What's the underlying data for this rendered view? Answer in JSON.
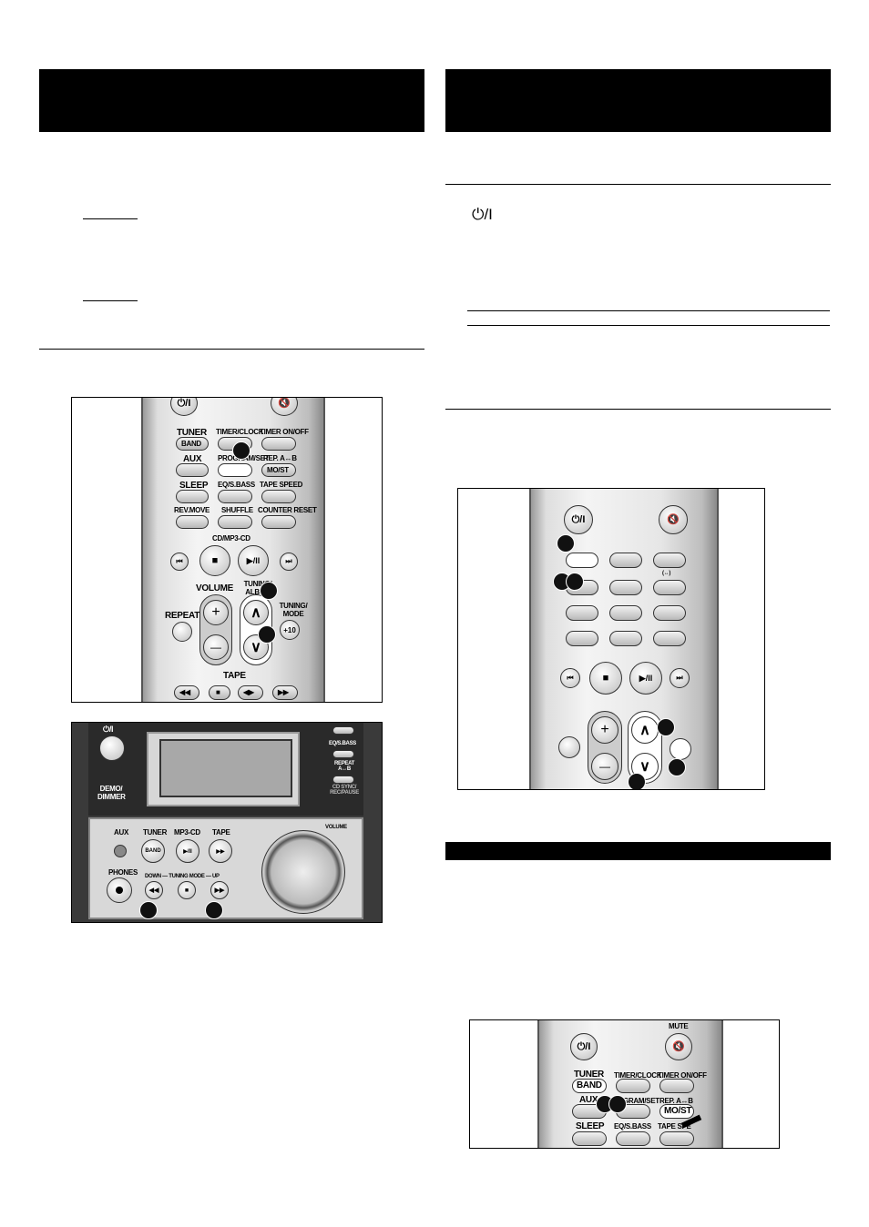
{
  "icons": {
    "power": "⏻/I",
    "mute": "🔇",
    "stop": "■",
    "play_pause": "▶/II",
    "skip_back": "⏮",
    "skip_fwd": "⏭",
    "rewind": "◀◀",
    "forward": "▶▶",
    "play_reverse": "◀▶",
    "plus": "+",
    "minus": "—",
    "up": "∧",
    "down": "∨",
    "repeat_ab_icon": "(↔)"
  },
  "remote1": {
    "power": "⏻/I",
    "tuner": "TUNER",
    "band": "BAND",
    "timer_clock": "TIMER/CLOCK",
    "timer_onoff": "TIMER ON/OFF",
    "aux": "AUX",
    "program_set": "PROGRAM/SET",
    "rep_ab": "REP. A↔B",
    "mo_st": "MO/ST",
    "sleep": "SLEEP",
    "eq_sbass": "EQ/S.BASS",
    "tape_speed": "TAPE SPEED",
    "rev_move": "REV.MOVE",
    "shuffle": "SHUFFLE",
    "counter_reset": "COUNTER RESET",
    "cd_mp3": "CD/MP3-CD",
    "volume": "VOLUME",
    "repeat": "REPEAT",
    "tuning_album": "TUNING/ ALBUM",
    "tuning_mode": "TUNING/ MODE",
    "plus10": "+10",
    "tape": "TAPE"
  },
  "unit": {
    "power": "⏻/I",
    "eq_sbass": "EQ/S.BASS",
    "repeat_ab": "REPEAT A↔B",
    "demo_dimmer": "DEMO/ DIMMER",
    "cd_sync": "CD SYNC/ REC/PAUSE",
    "aux": "AUX",
    "tuner": "TUNER",
    "band": "BAND",
    "mp3_cd": "MP3-CD",
    "tape": "TAPE",
    "volume": "VOLUME",
    "phones": "PHONES",
    "tuning_mode_line": "DOWN — TUNING MODE — UP"
  },
  "remote3": {
    "mute": "MUTE",
    "tuner": "TUNER",
    "band": "BAND",
    "timer_clock": "TIMER/CLOCK",
    "timer_onoff": "TIMER ON/OFF",
    "aux": "AUX",
    "program_set": "GRAM/SET",
    "rep_ab": "REP. A↔B",
    "mo_st": "MO/ST",
    "sleep": "SLEEP",
    "eq_sbass": "EQ/S.BASS",
    "tape_speed": "TAPE SPE"
  }
}
